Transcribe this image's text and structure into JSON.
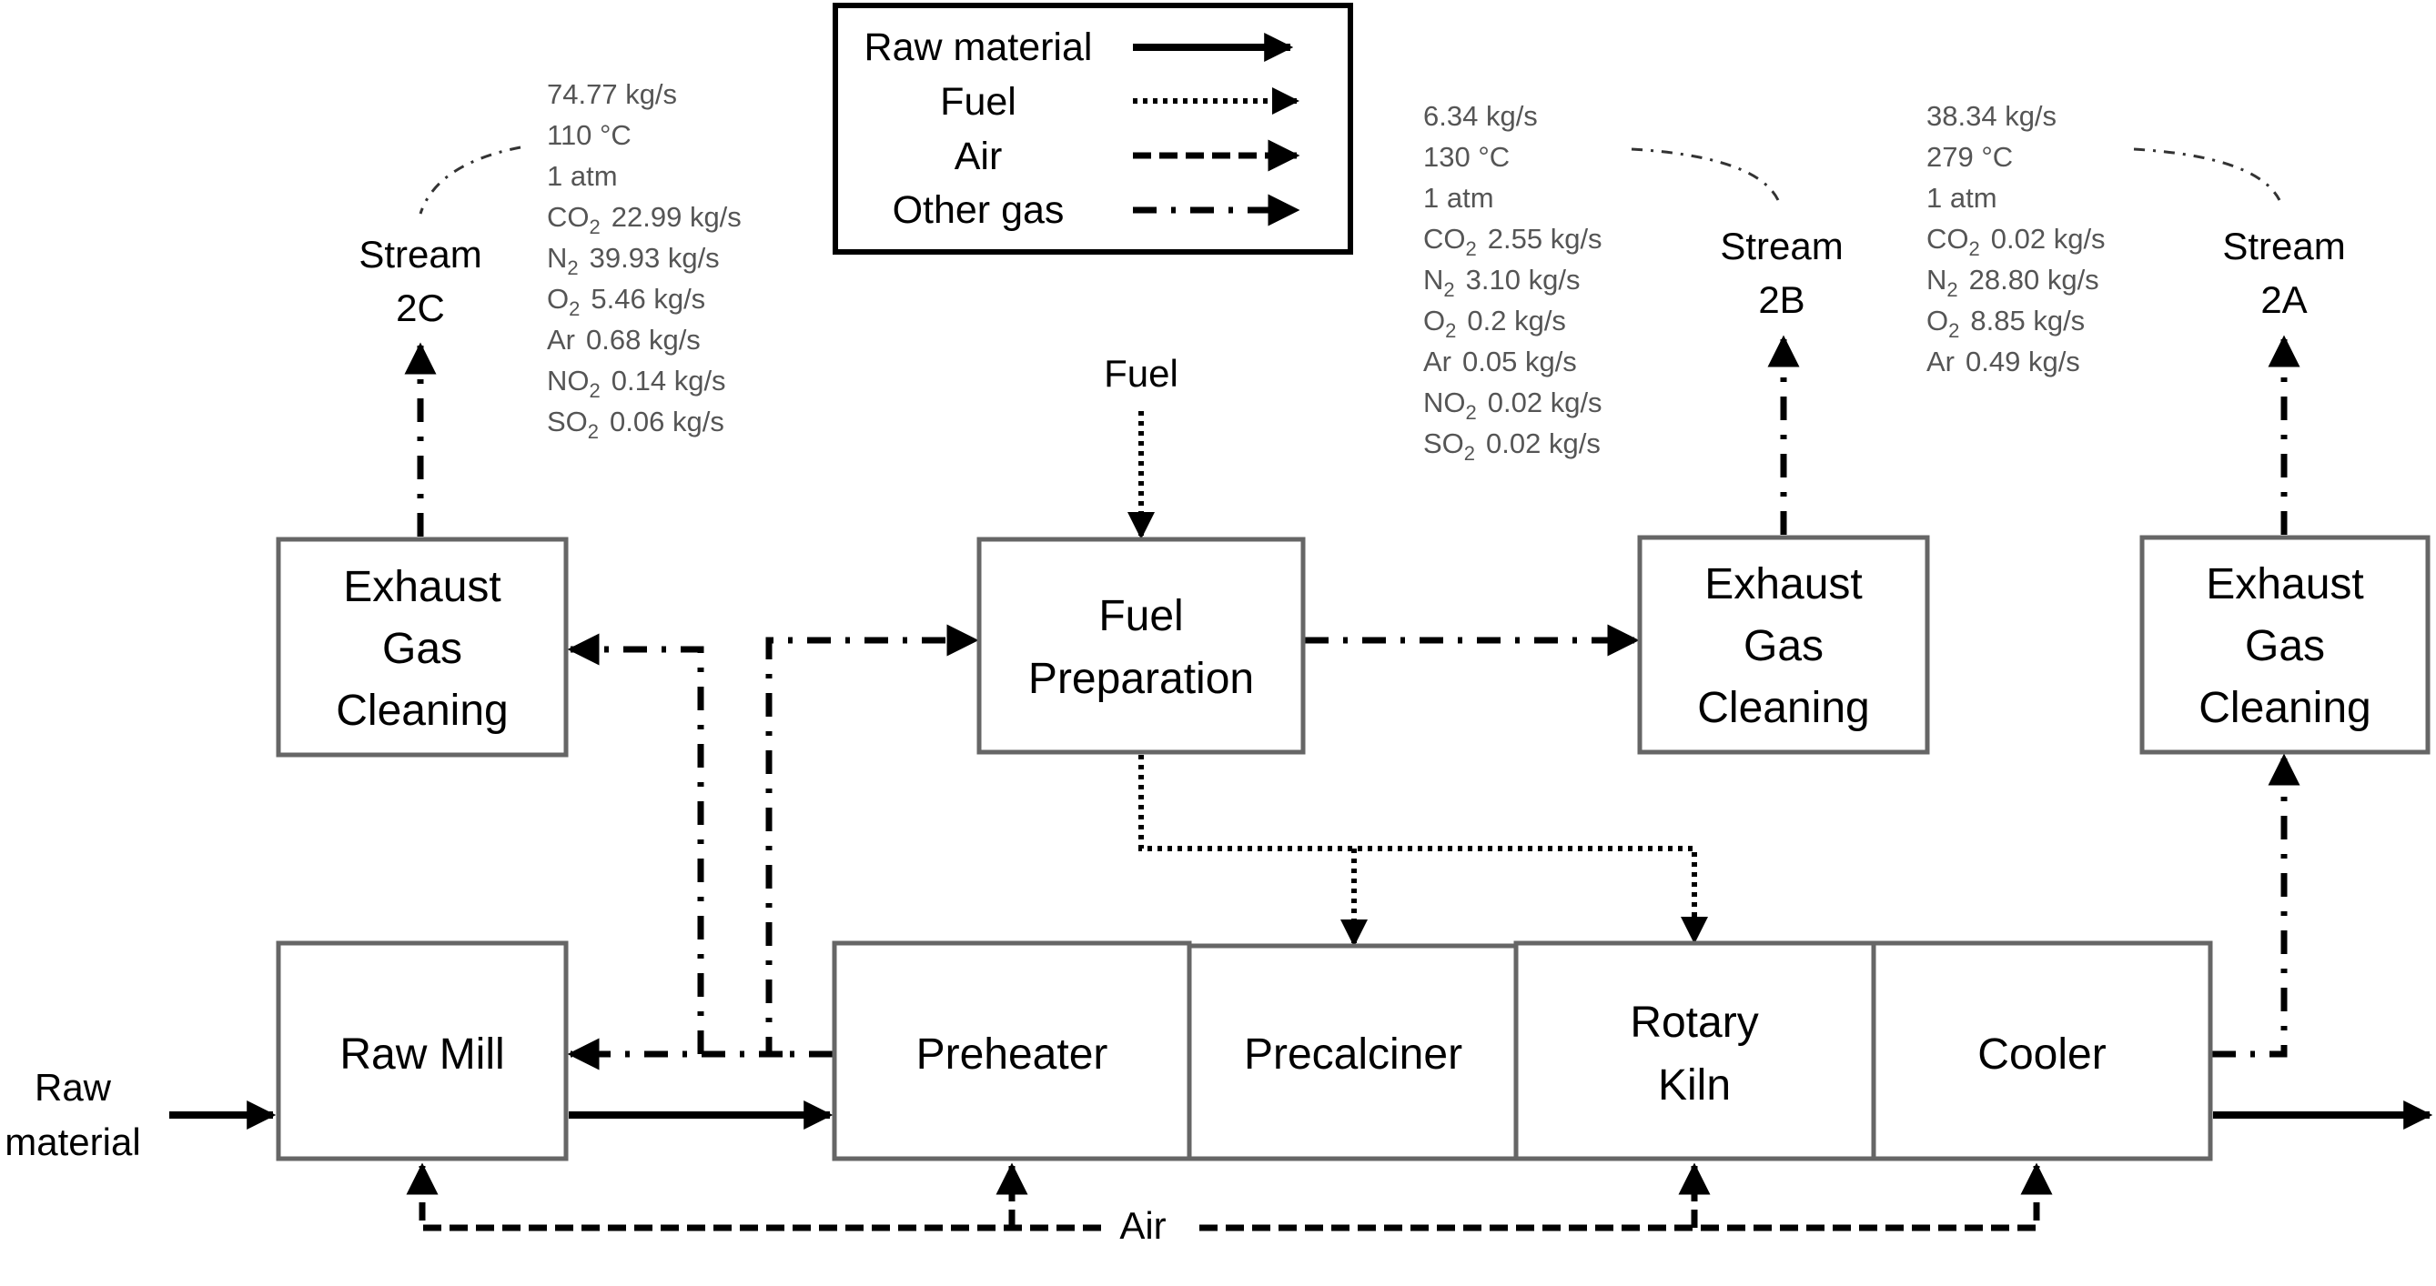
{
  "legend": {
    "items": [
      {
        "label": "Raw material",
        "style": "solid"
      },
      {
        "label": "Fuel",
        "style": "dotted"
      },
      {
        "label": "Air",
        "style": "dashed"
      },
      {
        "label": "Other gas",
        "style": "dash-dot"
      }
    ]
  },
  "units": {
    "raw_mill": {
      "lines": [
        "Raw Mill"
      ]
    },
    "preheater": {
      "lines": [
        "Preheater"
      ]
    },
    "precalciner": {
      "lines": [
        "Precalciner"
      ]
    },
    "rotary_kiln": {
      "lines": [
        "Rotary",
        "Kiln"
      ]
    },
    "cooler": {
      "lines": [
        "Cooler"
      ]
    },
    "fuel_preparation": {
      "lines": [
        "Fuel",
        "Preparation"
      ]
    },
    "exhaust_2c": {
      "lines": [
        "Exhaust",
        "Gas",
        "Cleaning"
      ]
    },
    "exhaust_2b": {
      "lines": [
        "Exhaust",
        "Gas",
        "Cleaning"
      ]
    },
    "exhaust_2a": {
      "lines": [
        "Exhaust",
        "Gas",
        "Cleaning"
      ]
    }
  },
  "labels": {
    "raw_material_in": [
      "Raw",
      "material"
    ],
    "fuel_in": "Fuel",
    "air": "Air"
  },
  "streams": {
    "s2c": {
      "name": [
        "Stream",
        "2C"
      ],
      "flow": "74.77 kg/s",
      "temperature": "110 °C",
      "pressure": "1 atm",
      "components": [
        {
          "species": "CO",
          "sub": "2",
          "value": "22.99 kg/s"
        },
        {
          "species": "N",
          "sub": "2",
          "value": "39.93 kg/s"
        },
        {
          "species": "O",
          "sub": "2",
          "value": "5.46 kg/s"
        },
        {
          "species": "Ar",
          "sub": "",
          "value": "0.68 kg/s"
        },
        {
          "species": "NO",
          "sub": "2",
          "value": "0.14 kg/s"
        },
        {
          "species": "SO",
          "sub": "2",
          "value": "0.06 kg/s"
        }
      ]
    },
    "s2b": {
      "name": [
        "Stream",
        "2B"
      ],
      "flow": "6.34 kg/s",
      "temperature": "130 °C",
      "pressure": "1 atm",
      "components": [
        {
          "species": "CO",
          "sub": "2",
          "value": "2.55 kg/s"
        },
        {
          "species": "N",
          "sub": "2",
          "value": "3.10 kg/s"
        },
        {
          "species": "O",
          "sub": "2",
          "value": "0.2 kg/s"
        },
        {
          "species": "Ar",
          "sub": "",
          "value": "0.05 kg/s"
        },
        {
          "species": "NO",
          "sub": "2",
          "value": "0.02 kg/s"
        },
        {
          "species": "SO",
          "sub": "2",
          "value": "0.02 kg/s"
        }
      ]
    },
    "s2a": {
      "name": [
        "Stream",
        "2A"
      ],
      "flow": "38.34 kg/s",
      "temperature": "279 °C",
      "pressure": "1 atm",
      "components": [
        {
          "species": "CO",
          "sub": "2",
          "value": "0.02 kg/s"
        },
        {
          "species": "N",
          "sub": "2",
          "value": "28.80 kg/s"
        },
        {
          "species": "O",
          "sub": "2",
          "value": "8.85 kg/s"
        },
        {
          "species": "Ar",
          "sub": "",
          "value": "0.49 kg/s"
        }
      ]
    }
  }
}
